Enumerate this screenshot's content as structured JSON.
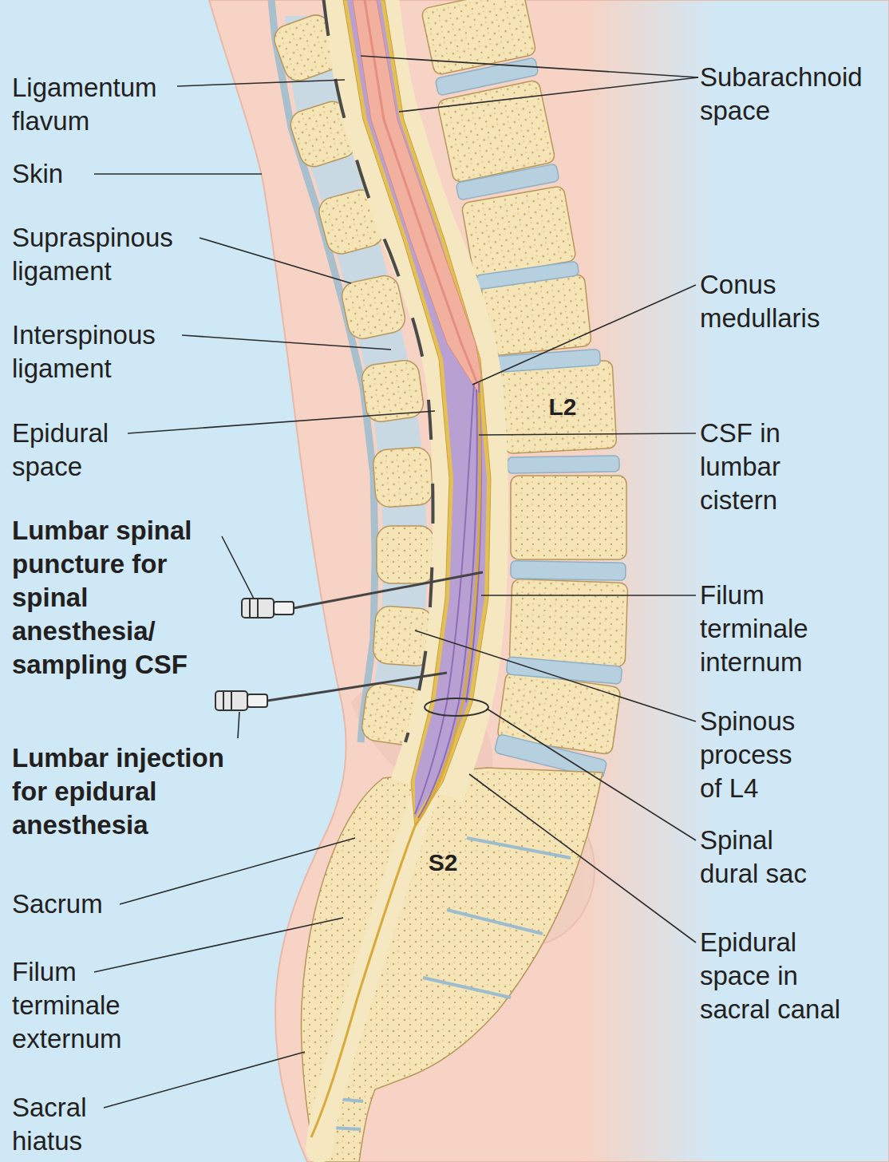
{
  "diagram": {
    "labels": [
      "Ligamentum flavum",
      "Skin",
      "Supraspinous ligament",
      "Interspinous ligament",
      "Epidural space",
      "Lumbar spinal puncture for spinal anesthesia/ sampling CSF",
      "Lumbar injection for epidural anesthesia",
      "Sacrum",
      "Filum terminale externum",
      "Sacral hiatus",
      "Subarachnoid space",
      "Conus medullaris",
      "L2",
      "CSF in lumbar cistern",
      "Filum terminale internum",
      "Spinous process of L4",
      "Spinal dural sac",
      "Epidural space in sacral canal",
      "S2"
    ]
  }
}
